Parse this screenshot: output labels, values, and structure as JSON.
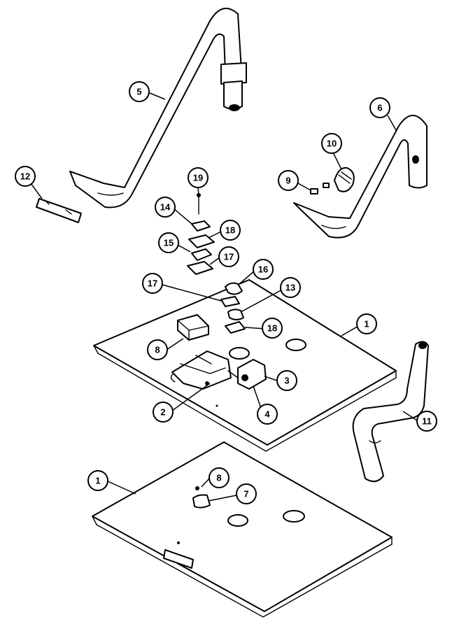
{
  "callouts": {
    "c1_top": "1",
    "c1_bottom": "1",
    "c2": "2",
    "c3": "3",
    "c4": "4",
    "c5": "5",
    "c6": "6",
    "c7": "7",
    "c8_top": "8",
    "c8_bottom": "8",
    "c9": "9",
    "c10": "10",
    "c11": "11",
    "c12": "12",
    "c13": "13",
    "c14": "14",
    "c15": "15",
    "c16": "16",
    "c17_left": "17",
    "c17_right": "17",
    "c18_upper": "18",
    "c18_lower": "18",
    "c19": "19"
  }
}
